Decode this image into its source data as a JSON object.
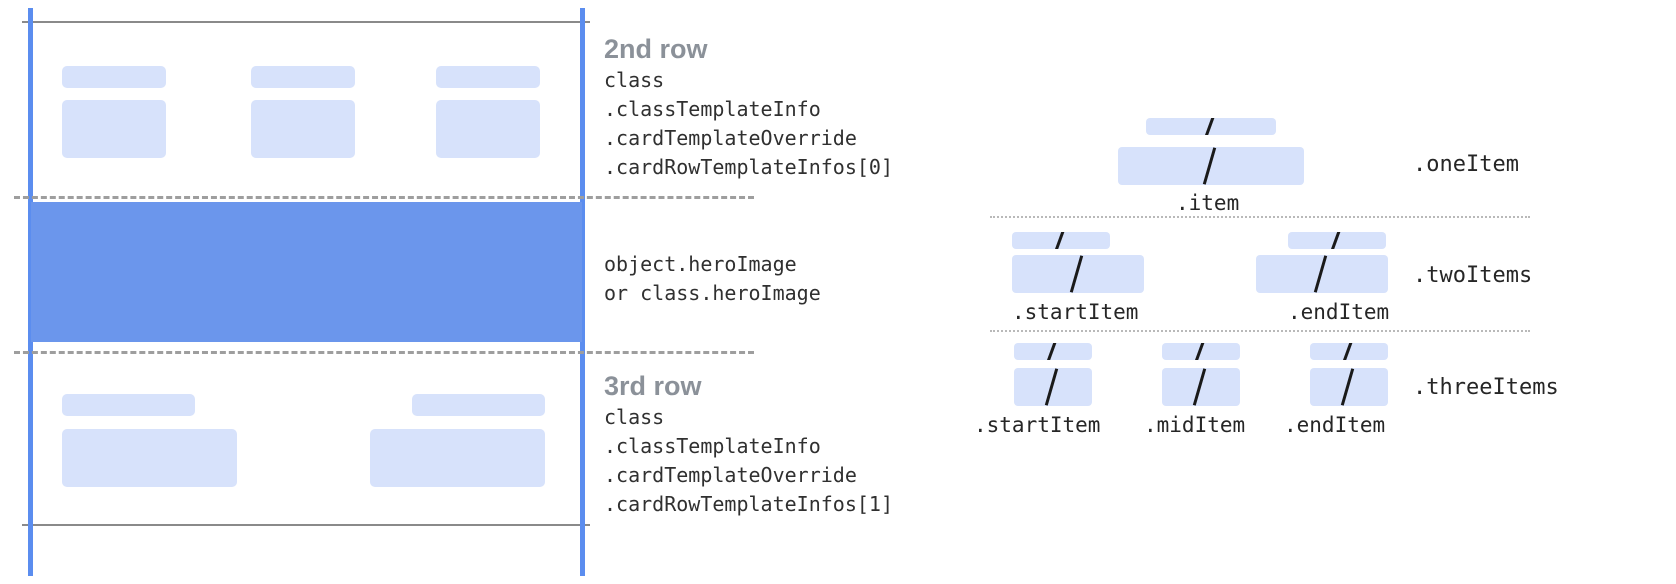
{
  "colors": {
    "rail": "#5b8def",
    "frame_line": "#8a8a8a",
    "dashed_separator": "#9e9e9e",
    "dotted_separator": "#b9b9b9",
    "placeholder_block": "#d7e2fb",
    "hero_band": "#6b96ec",
    "row_title_text": "#8b9199",
    "mono_text": "#303030"
  },
  "card_template": {
    "second_row": {
      "title": "2nd row",
      "code_lines": [
        "class",
        ".classTemplateInfo",
        ".cardTemplateOverride",
        ".cardRowTemplateInfos[0]"
      ],
      "column_count": 3
    },
    "hero_image": {
      "code_lines": [
        "object.heroImage",
        "or class.heroImage"
      ]
    },
    "third_row": {
      "title": "3rd row",
      "code_lines": [
        "class",
        ".classTemplateInfo",
        ".cardTemplateOverride",
        ".cardRowTemplateInfos[1]"
      ],
      "column_count": 2
    }
  },
  "item_layouts": [
    {
      "group_label": ".oneItem",
      "items": [
        {
          "label": ".item",
          "glyph": "/"
        }
      ]
    },
    {
      "group_label": ".twoItems",
      "items": [
        {
          "label": ".startItem",
          "glyph": "/"
        },
        {
          "label": ".endItem",
          "glyph": "/"
        }
      ]
    },
    {
      "group_label": ".threeItems",
      "items": [
        {
          "label": ".startItem",
          "glyph": "/"
        },
        {
          "label": ".midItem",
          "glyph": "/"
        },
        {
          "label": ".endItem",
          "glyph": "/"
        }
      ]
    }
  ]
}
